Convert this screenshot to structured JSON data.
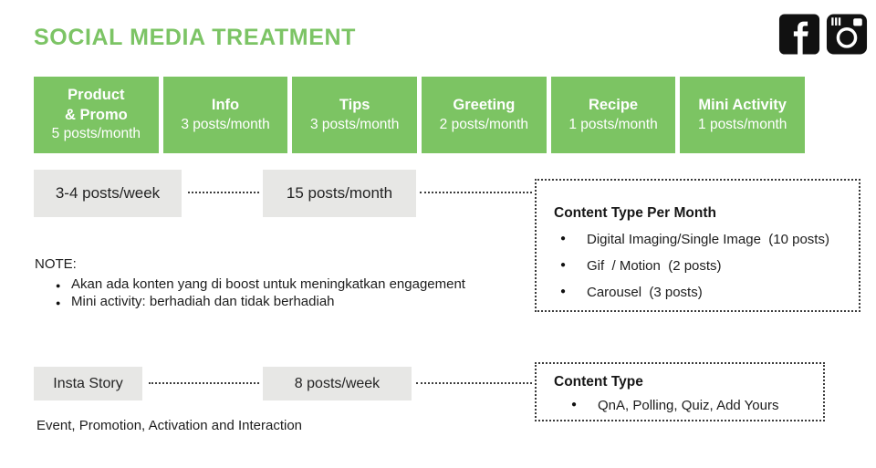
{
  "header": {
    "title": "SOCIAL MEDIA TREATMENT",
    "icons": [
      {
        "name": "facebook-icon"
      },
      {
        "name": "instagram-icon"
      }
    ]
  },
  "colors": {
    "accent_green": "#7cc463",
    "gray_box": "#e7e7e5",
    "icon_black": "#111111",
    "text": "#1c1c1c"
  },
  "categories": [
    {
      "title": "Product\n& Promo",
      "subtitle": "5 posts/month"
    },
    {
      "title": "Info",
      "subtitle": "3 posts/month"
    },
    {
      "title": "Tips",
      "subtitle": "3 posts/month"
    },
    {
      "title": "Greeting",
      "subtitle": "2 posts/month"
    },
    {
      "title": "Recipe",
      "subtitle": "1 posts/month"
    },
    {
      "title": "Mini Activity",
      "subtitle": "1 posts/month"
    }
  ],
  "feed_row": {
    "weekly": "3-4 posts/week",
    "monthly": "15 posts/month"
  },
  "content_type_month": {
    "title": "Content Type Per Month",
    "items": [
      "Digital Imaging/Single Image  (10 posts)",
      "Gif  / Motion  (2 posts)",
      "Carousel  (3 posts)"
    ]
  },
  "note": {
    "label": "NOTE:",
    "items": [
      "Akan ada konten yang di boost untuk meningkatkan engagement",
      "Mini activity: berhadiah dan tidak berhadiah"
    ]
  },
  "story_row": {
    "label": "Insta Story",
    "weekly": "8 posts/week",
    "description": "Event, Promotion, Activation and Interaction"
  },
  "content_type_story": {
    "title": "Content Type",
    "items": [
      "QnA, Polling, Quiz, Add Yours"
    ]
  }
}
